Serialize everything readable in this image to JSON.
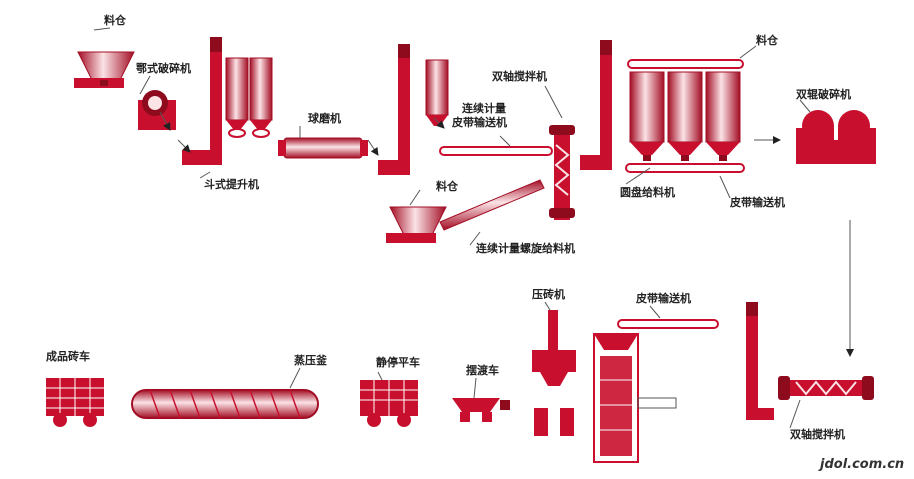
{
  "labels": {
    "hopper_1": "料仓",
    "jaw_crusher": "鄂式破碎机",
    "bucket_elevator": "斗式提升机",
    "ball_mill": "球磨机",
    "belt_conveyor_weigh": "连续计量\n皮带输送机",
    "twin_shaft_mixer_1": "双轴搅拌机",
    "hopper_2": "料仓",
    "screw_feeder": "连续计量螺旋给料机",
    "silo_top": "料仓",
    "disc_feeder": "圆盘给料机",
    "belt_conveyor_1": "皮带输送机",
    "double_roll_crusher": "双辊破碎机",
    "brick_press": "压砖机",
    "belt_conveyor_2": "皮带输送机",
    "twin_shaft_mixer_2": "双轴搅拌机",
    "finished_cart": "成品砖车",
    "autoclave": "蒸压釜",
    "static_cart": "静停平车",
    "ferry_cart": "摆渡车"
  },
  "watermark": "jdol.com.cn",
  "colors": {
    "equipment": "#c8102e",
    "shade": "#8e0a1d",
    "line": "#555555",
    "text": "#222222"
  }
}
